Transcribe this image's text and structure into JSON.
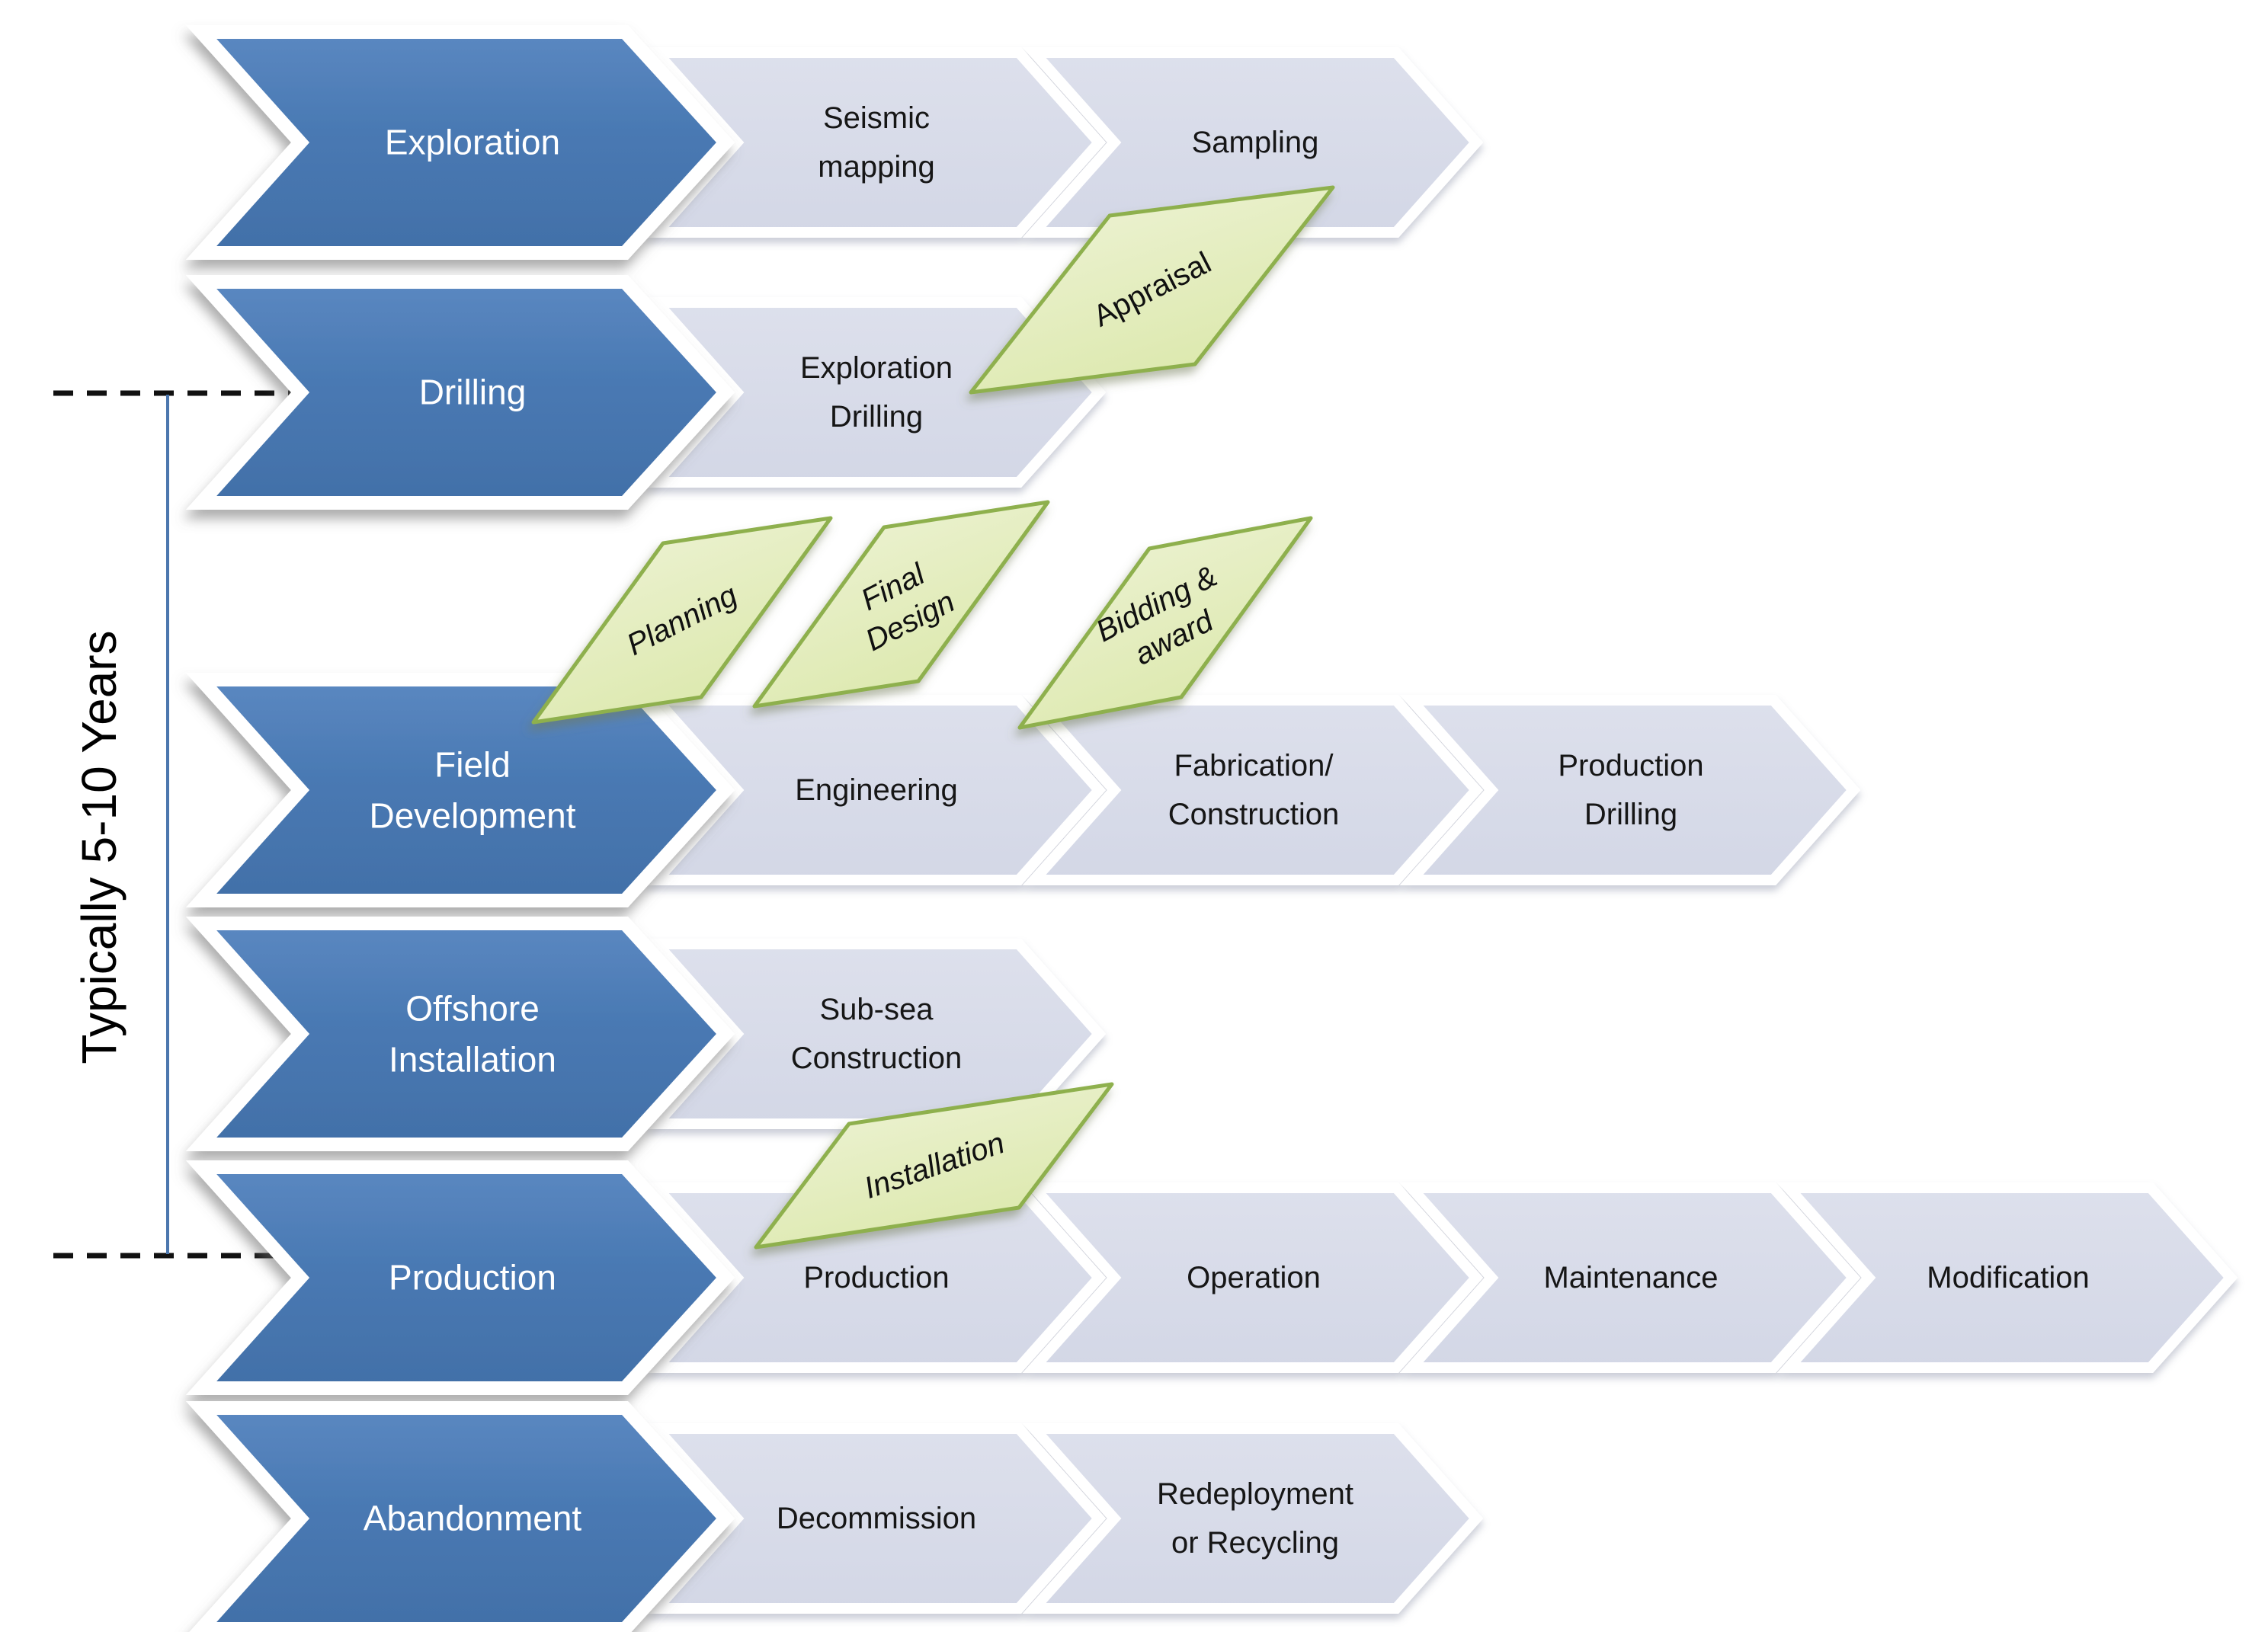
{
  "diagram": {
    "timeline_label": "Typically 5-10 Years",
    "phases": [
      {
        "label": "Exploration",
        "steps": [
          "Seismic mapping",
          "Sampling"
        ]
      },
      {
        "label": "Drilling",
        "steps": [
          "Exploration Drilling"
        ]
      },
      {
        "label": "Field Development",
        "steps": [
          "Engineering",
          "Fabrication/ Construction",
          "Production Drilling"
        ]
      },
      {
        "label": "Offshore Installation",
        "steps": [
          "Sub-sea Construction"
        ]
      },
      {
        "label": "Production",
        "steps": [
          "Production",
          "Operation",
          "Maintenance",
          "Modification"
        ]
      },
      {
        "label": "Abandonment",
        "steps": [
          "Decommission",
          "Redeployment or Recycling"
        ]
      }
    ],
    "milestones": [
      {
        "label": "Appraisal"
      },
      {
        "label": "Planning"
      },
      {
        "label": "Final Design"
      },
      {
        "label": "Bidding & award"
      },
      {
        "label": "Installation"
      }
    ],
    "colors": {
      "phase_blue": "#4A7BB5",
      "step_gray": "#D7DAE8",
      "milestone_green_fill": "#EAF1CA",
      "milestone_green_border": "#8EB04E",
      "timeline_line_blue": "#4C77AE",
      "dashed_line_black": "#111111"
    }
  }
}
